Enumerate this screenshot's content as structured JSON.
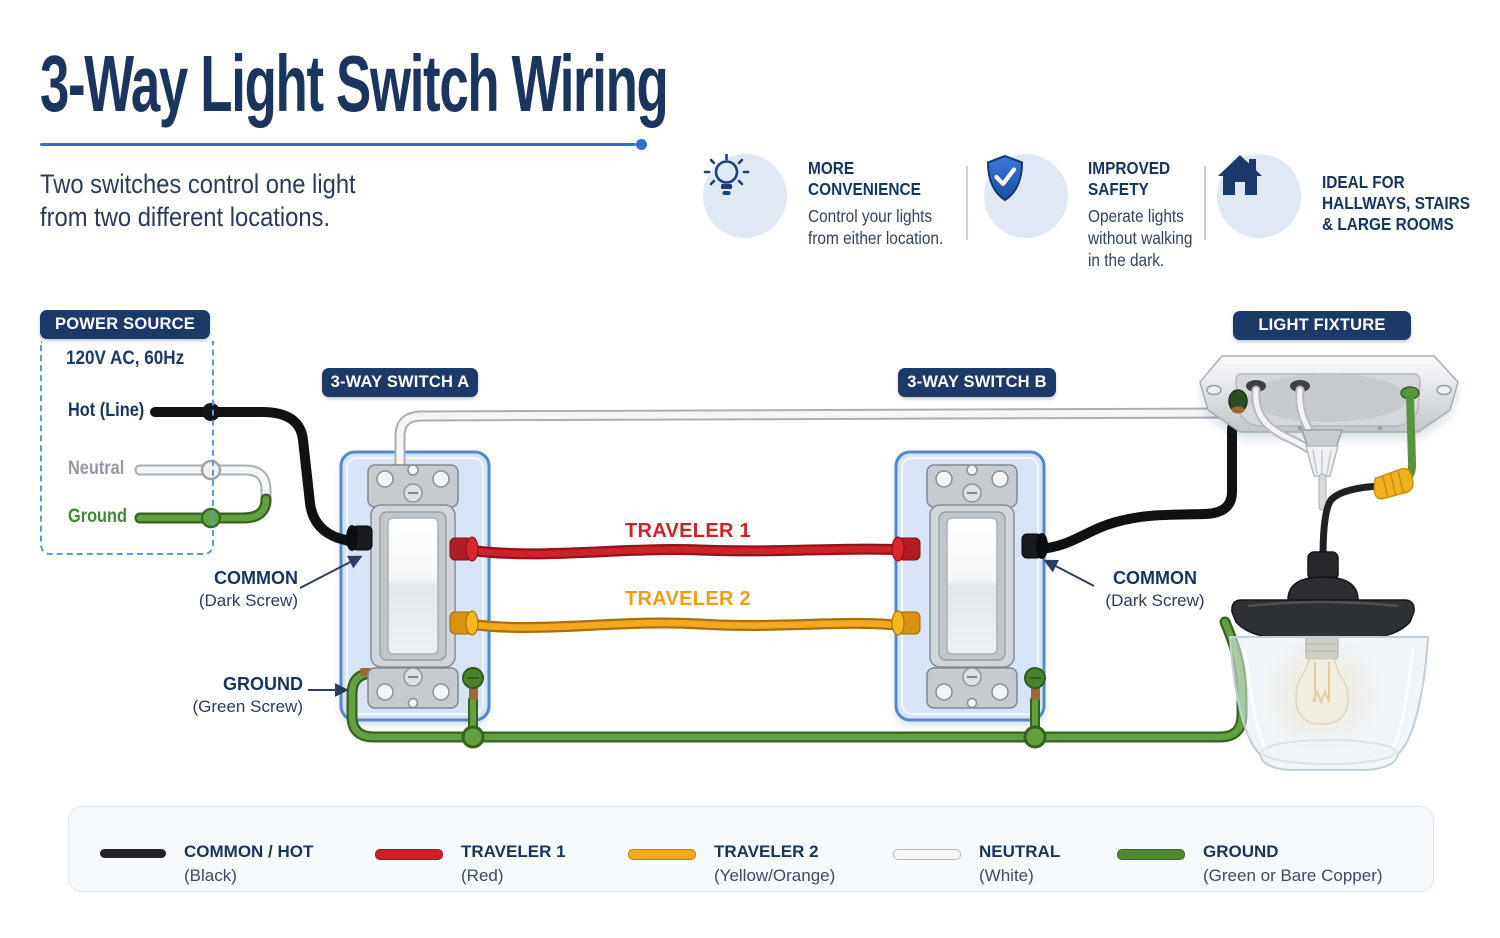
{
  "header": {
    "title": "3-Way Light Switch Wiring",
    "subtitle": "Two switches control one light\nfrom two different locations."
  },
  "benefits": [
    {
      "icon": "lightbulb-icon",
      "title": "MORE\nCONVENIENCE",
      "desc": "Control your lights\nfrom either location."
    },
    {
      "icon": "shield-check-icon",
      "title": "IMPROVED\nSAFETY",
      "desc": "Operate lights\nwithout walking\nin the dark."
    },
    {
      "icon": "house-icon",
      "title": "IDEAL FOR\nHALLWAYS, STAIRS\n& LARGE ROOMS",
      "desc": ""
    }
  ],
  "power_source": {
    "badge": "POWER SOURCE",
    "spec": "120V AC, 60Hz",
    "hot_label": "Hot (Line)",
    "neutral_label": "Neutral",
    "ground_label": "Ground"
  },
  "switch_a": {
    "badge": "3-WAY SWITCH A",
    "common_label": "COMMON",
    "common_sub": "(Dark Screw)",
    "ground_label": "GROUND",
    "ground_sub": "(Green Screw)"
  },
  "switch_b": {
    "badge": "3-WAY SWITCH B",
    "common_label": "COMMON",
    "common_sub": "(Dark Screw)"
  },
  "light_fixture": {
    "badge": "LIGHT FIXTURE"
  },
  "wire_labels": {
    "traveler1": "TRAVELER 1",
    "traveler2": "TRAVELER 2"
  },
  "legend": {
    "items": [
      {
        "label": "COMMON / HOT",
        "sub": "(Black)",
        "color": "#212225"
      },
      {
        "label": "TRAVELER 1",
        "sub": "(Red)",
        "color": "#ce2127"
      },
      {
        "label": "TRAVELER 2",
        "sub": "(Yellow/Orange)",
        "color": "#f3a81e"
      },
      {
        "label": "NEUTRAL",
        "sub": "(White)",
        "color": "#f7f7f7"
      },
      {
        "label": "GROUND",
        "sub": "(Green or Bare Copper)",
        "color": "#4d8a33"
      }
    ]
  },
  "colors": {
    "navy_text": "#16355e",
    "badge_bg": "#1b3a68",
    "accent_blue": "#2e6fce",
    "wire_black": "#17181b",
    "wire_red": "#cf2127",
    "wire_yellow": "#f3a81e",
    "wire_white": "#f4f5f5",
    "wire_green": "#63a03f",
    "traveler1_label": "#cf2127",
    "traveler2_label": "#f29d18",
    "neutral_label": "#9299a3",
    "ground_label": "#3f8a33",
    "switch_box_fill": "#d7e4f6",
    "switch_box_border": "#5288cc"
  }
}
